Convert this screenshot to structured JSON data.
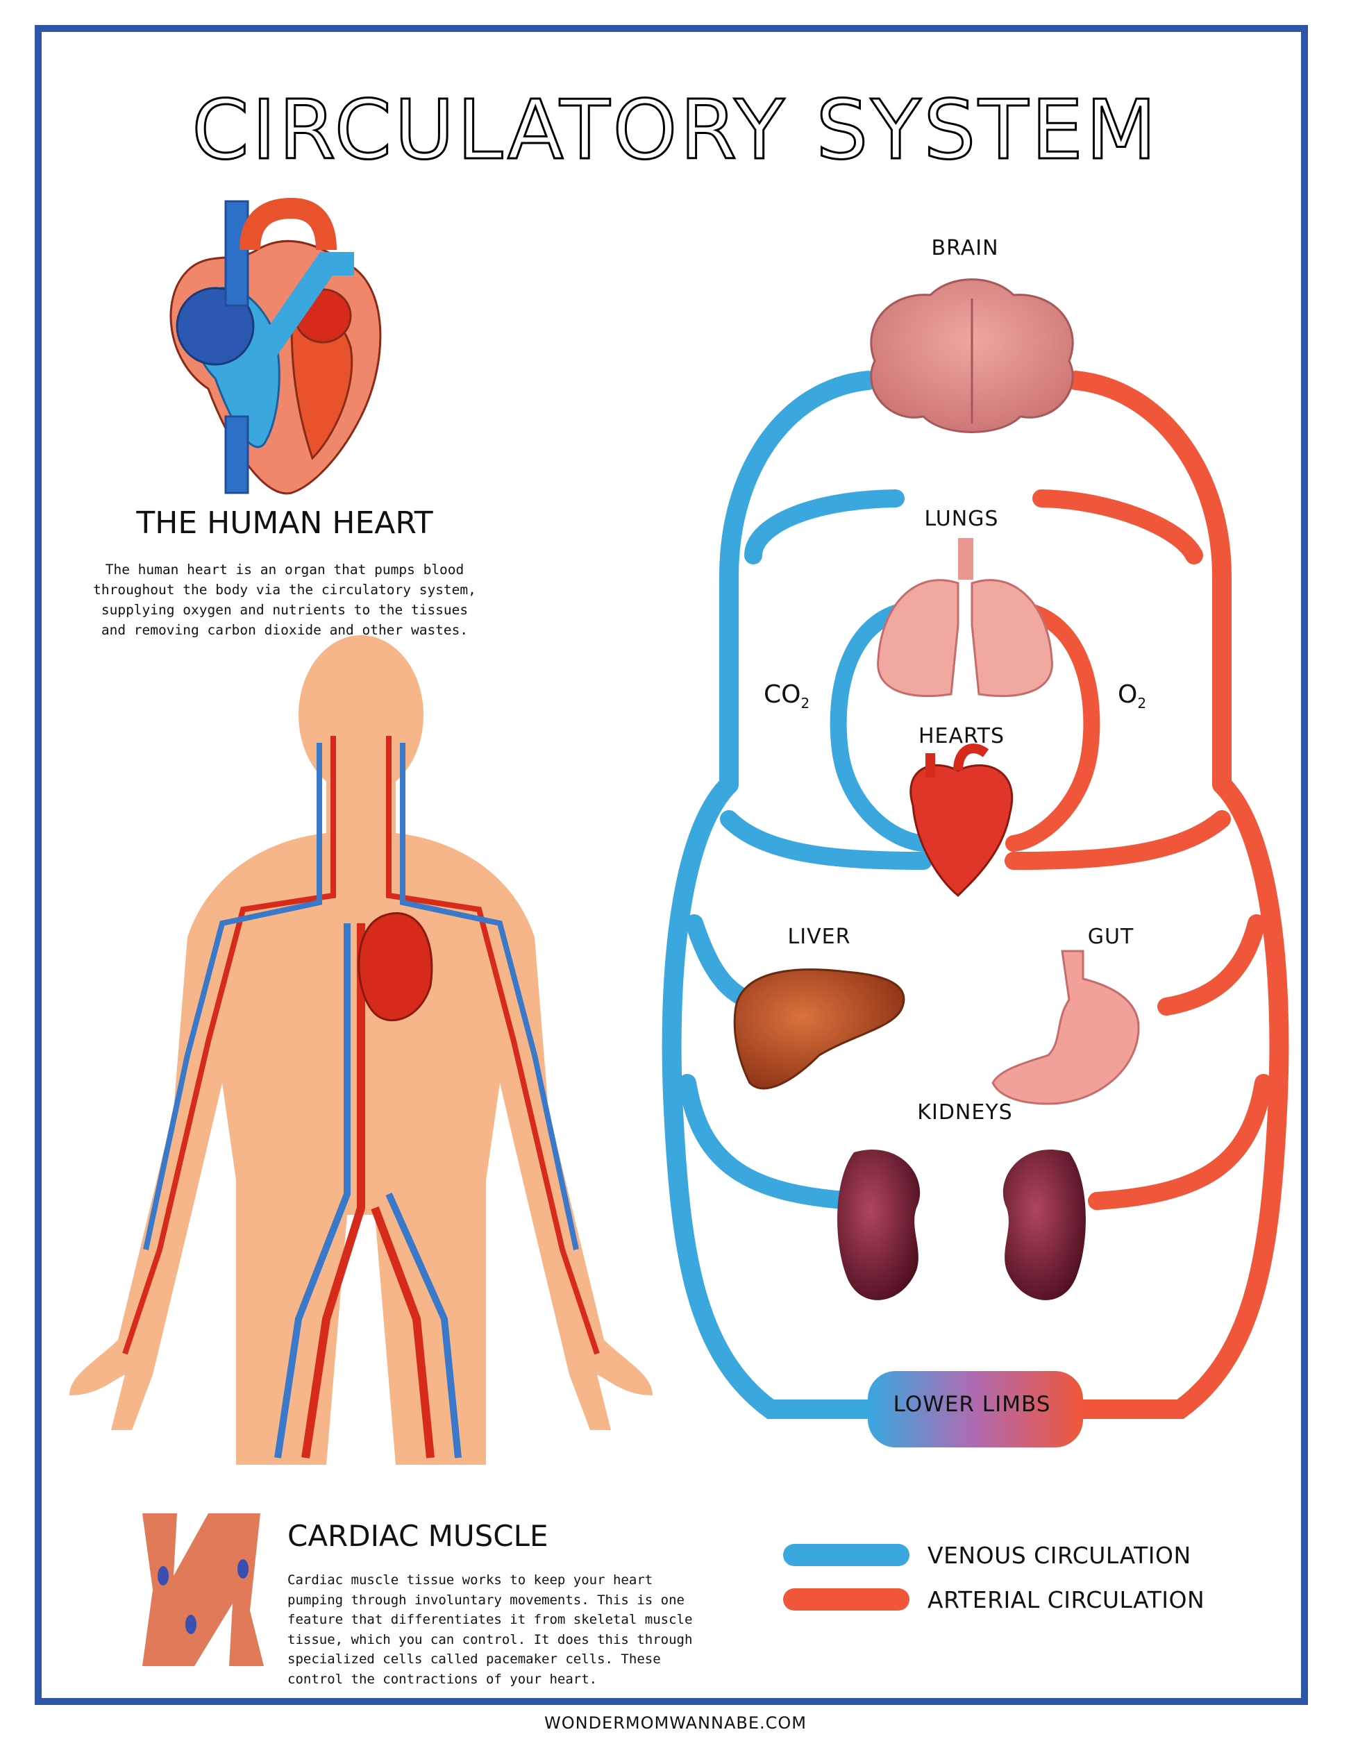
{
  "title": "CIRCULATORY SYSTEM",
  "heart": {
    "title": "THE HUMAN HEART",
    "description": "The human heart is an organ that pumps blood throughout the body via the circulatory system, supplying oxygen and nutrients to the tissues and removing carbon dioxide and other wastes."
  },
  "cardiac": {
    "title": "CARDIAC MUSCLE",
    "description": "Cardiac muscle tissue works to keep your heart pumping through involuntary movements. This is one feature that differentiates it from skeletal muscle tissue, which you can control. It does this through specialized cells called pacemaker cells. These control the contractions of your heart."
  },
  "organs": {
    "brain": "BRAIN",
    "lungs": "LUNGS",
    "hearts": "HEARTS",
    "liver": "LIVER",
    "gut": "GUT",
    "kidneys": "KIDNEYS",
    "lower_limbs": "LOWER LIMBS"
  },
  "gases": {
    "co2_main": "CO",
    "co2_sub": "2",
    "o2_main": "O",
    "o2_sub": "2"
  },
  "legend": {
    "venous": "VENOUS CIRCULATION",
    "arterial": "ARTERIAL CIRCULATION"
  },
  "colors": {
    "venous": "#3aa7df",
    "arterial": "#f0573a",
    "frame": "#2f57a8",
    "skin": "#f7b68a"
  },
  "footer": "WONDERMOMWANNABE.COM"
}
